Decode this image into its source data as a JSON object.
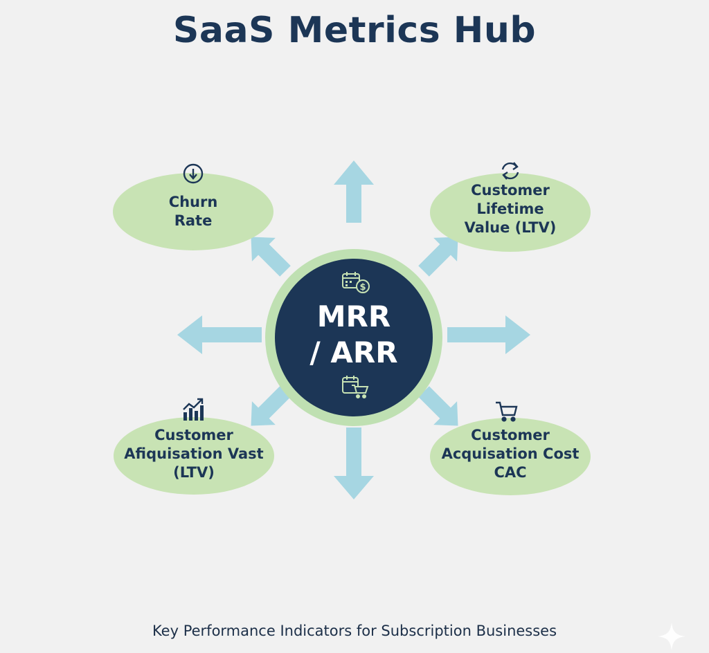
{
  "title": "SaaS Metrics Hub",
  "footer": "Key Performance Indicators for Subscription Businesses",
  "hub": {
    "lines": [
      "MRR",
      "/ ARR"
    ],
    "top_icon": "calendar-dollar-icon",
    "bottom_icon": "calendar-cart-icon"
  },
  "nodes": [
    {
      "id": "churn",
      "lines": [
        "Churn",
        "Rate"
      ],
      "icon": "arrow-down-circle-icon"
    },
    {
      "id": "ltv",
      "lines": [
        "Customer",
        "Lifetime",
        "Value (LTV)"
      ],
      "icon": "refresh-icon"
    },
    {
      "id": "acquisition-vast",
      "lines": [
        "Customer",
        "Afiquisation Vast",
        "(LTV)"
      ],
      "icon": "growth-chart-icon"
    },
    {
      "id": "cac",
      "lines": [
        "Customer",
        "Acquisation Cost",
        "CAC"
      ],
      "icon": "shopping-cart-icon"
    }
  ],
  "colors": {
    "background": "#f1f1f1",
    "title": "#1c3656",
    "hub_fill": "#1c3656",
    "hub_ring": "#bfe0b2",
    "node_fill": "#c8e3b4",
    "arrow": "#a6d6e2",
    "icon": "#1c3656"
  }
}
